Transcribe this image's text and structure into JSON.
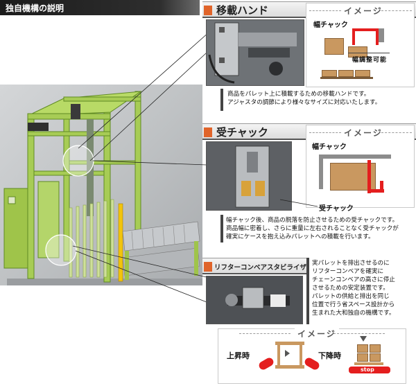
{
  "header": {
    "title": "独自機構の説明"
  },
  "sections": {
    "transfer_hand": {
      "title": "移載ハンド",
      "image_label": "イメージ",
      "width_chuck_label": "幅チャック",
      "width_adjust_label": "幅調整可能",
      "description": [
        "商品をパレット上に積載するための移載ハンドです。",
        "アジャスタの調節により様々なサイズに対応いたします。"
      ]
    },
    "receiving_chuck": {
      "title": "受チャック",
      "image_label": "イメージ",
      "width_chuck_label": "幅チャック",
      "receiving_chuck_label": "受チャック",
      "description": [
        "幅チャック後、商品の脱落を防止させるための受チャックです。",
        "商品幅に密着し、さらに重量に左右されることなく受チャックが",
        "確実にケースを抱え込みパレットへの積載を行います。"
      ]
    },
    "stabilizer": {
      "title": "リフターコンベアスタビライザ",
      "description": [
        "実パレットを排出させるのに",
        "リフターコンベアを確実に",
        "チェーンコンベアの高さに停止",
        "させるための安定装置です。",
        "パレットの供給と排出を同じ",
        "位置で行う省スペース設計から",
        "生まれた大和独自の機構です。"
      ],
      "image_label": "イメージ",
      "rising_label": "上昇時",
      "lowering_label": "下降時",
      "stop_label": "stop"
    }
  },
  "colors": {
    "accent_orange": "#e0642a",
    "machine_green": "#9fc44a",
    "box_brown": "#c99860",
    "highlight_red": "#e41e1e",
    "guard_yellow": "#f2c40c"
  }
}
